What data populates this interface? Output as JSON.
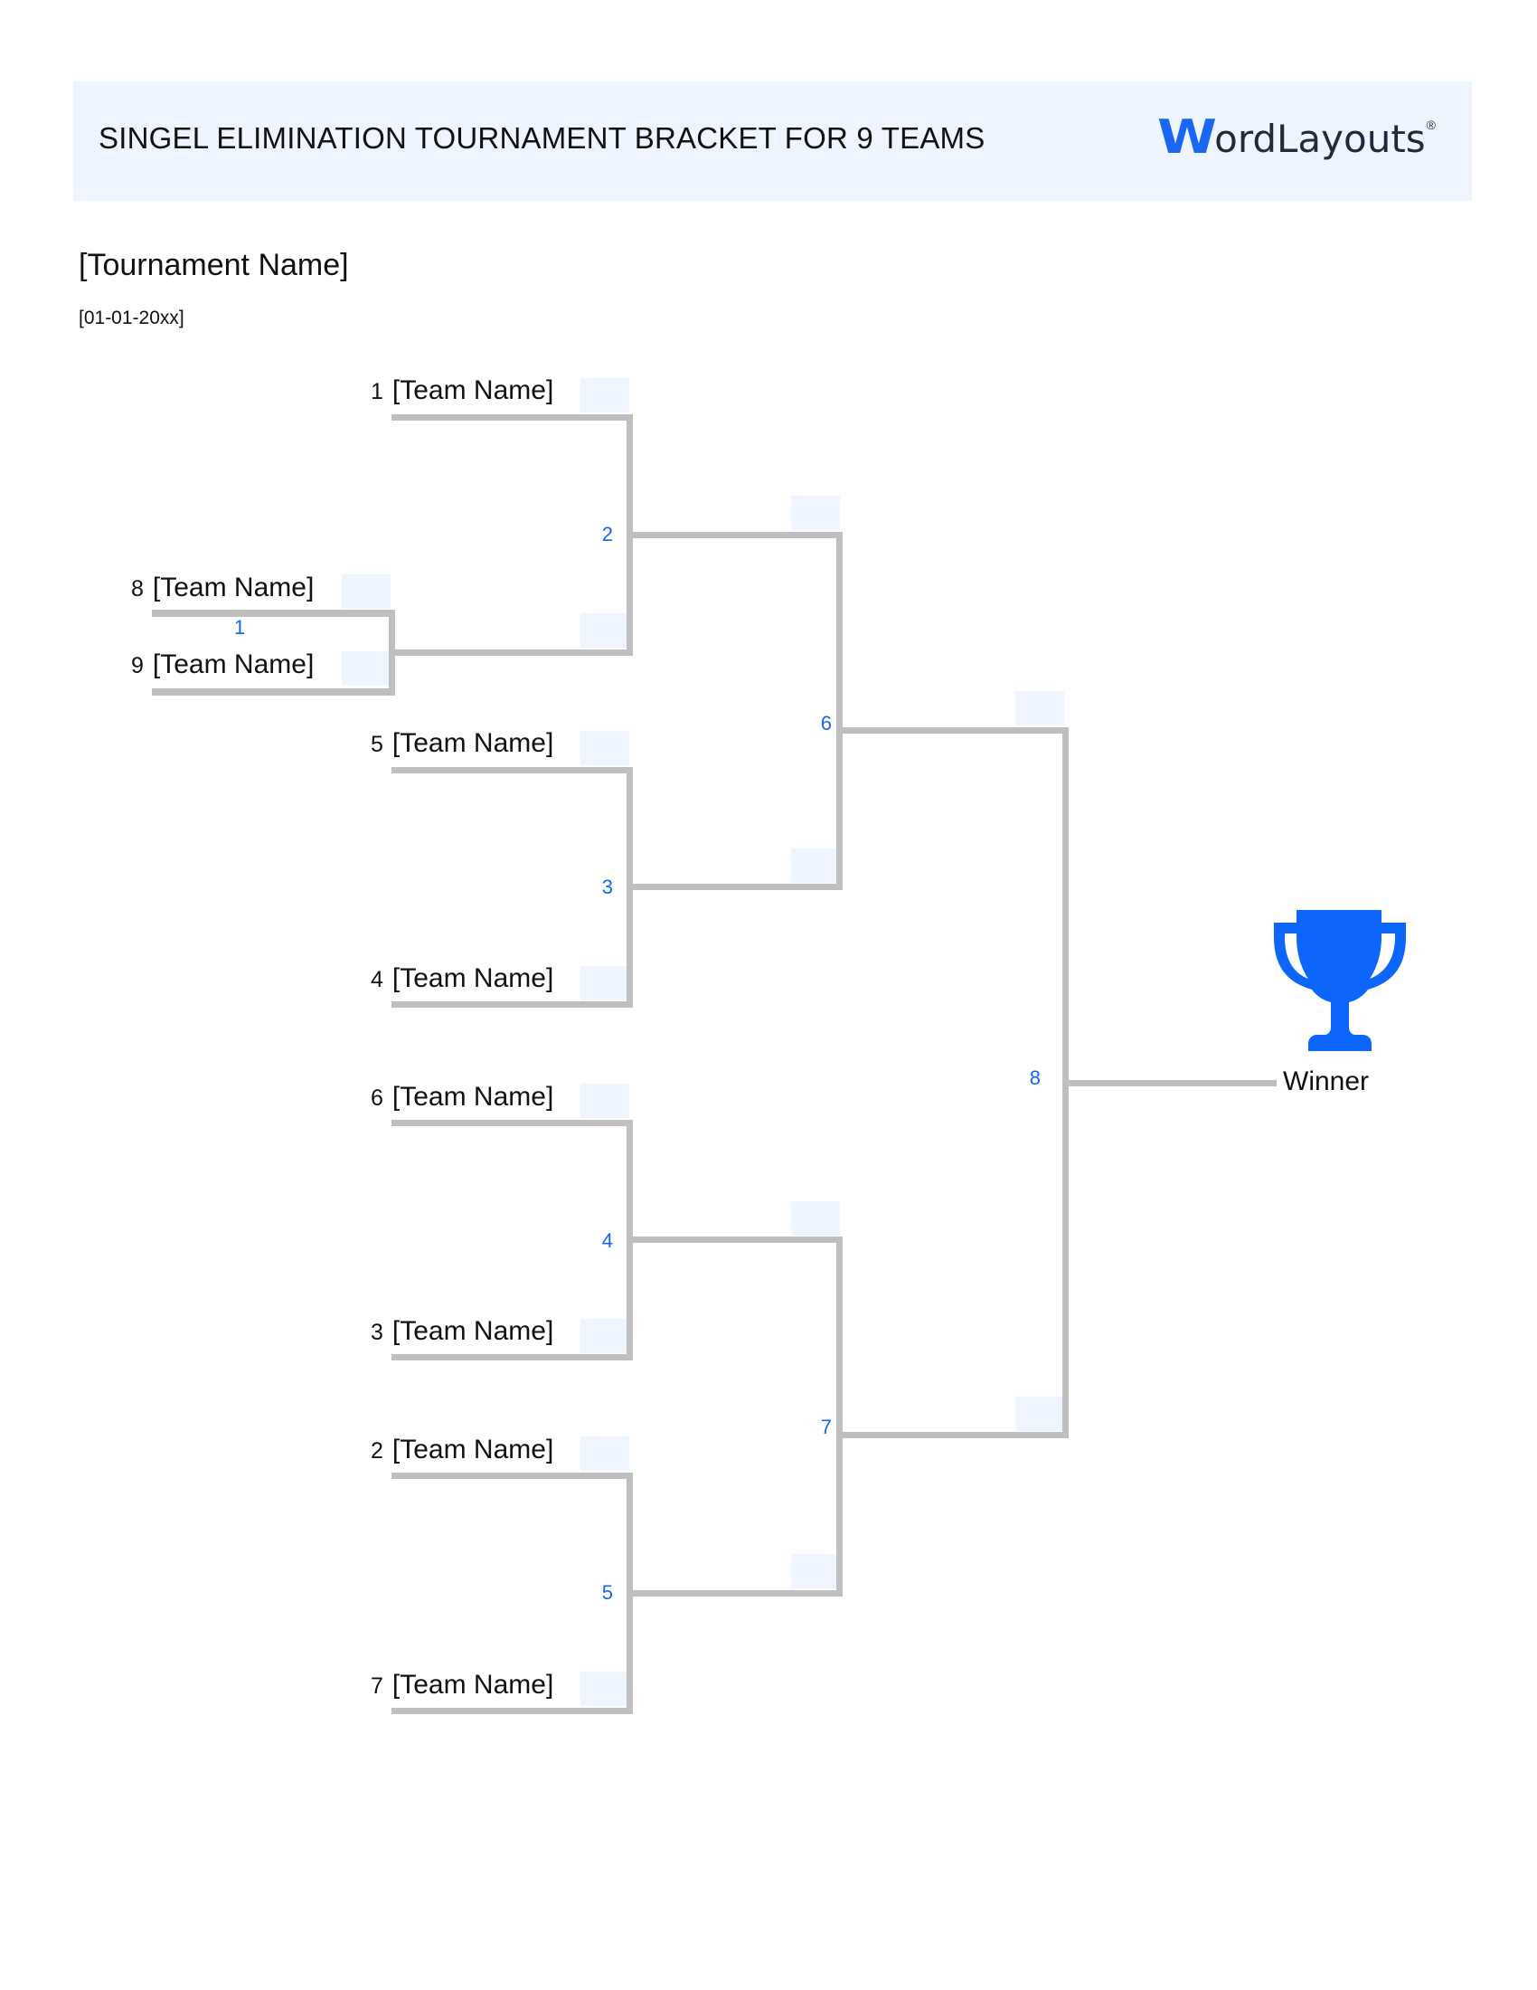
{
  "header": {
    "title": "SINGEL ELIMINATION TOURNAMENT BRACKET FOR 9 TEAMS",
    "logo": {
      "w": "W",
      "rest": "ordLayouts",
      "registered": "®"
    },
    "background_color": "#EEF5FE"
  },
  "tournament": {
    "name": "[Tournament Name]",
    "date": "[01-01-20xx]"
  },
  "bracket": {
    "line_color": "#BFBFBF",
    "match_number_color": "#1566F0",
    "teams": [
      {
        "seed": "1",
        "name": "[Team Name]"
      },
      {
        "seed": "8",
        "name": "[Team Name]"
      },
      {
        "seed": "9",
        "name": "[Team Name]"
      },
      {
        "seed": "5",
        "name": "[Team Name]"
      },
      {
        "seed": "4",
        "name": "[Team Name]"
      },
      {
        "seed": "6",
        "name": "[Team Name]"
      },
      {
        "seed": "3",
        "name": "[Team Name]"
      },
      {
        "seed": "2",
        "name": "[Team Name]"
      },
      {
        "seed": "7",
        "name": "[Team Name]"
      }
    ],
    "matches": [
      "1",
      "2",
      "3",
      "4",
      "5",
      "6",
      "7",
      "8"
    ],
    "winner_label": "Winner",
    "trophy_icon": "trophy-icon",
    "trophy_color": "#0D66FB"
  }
}
